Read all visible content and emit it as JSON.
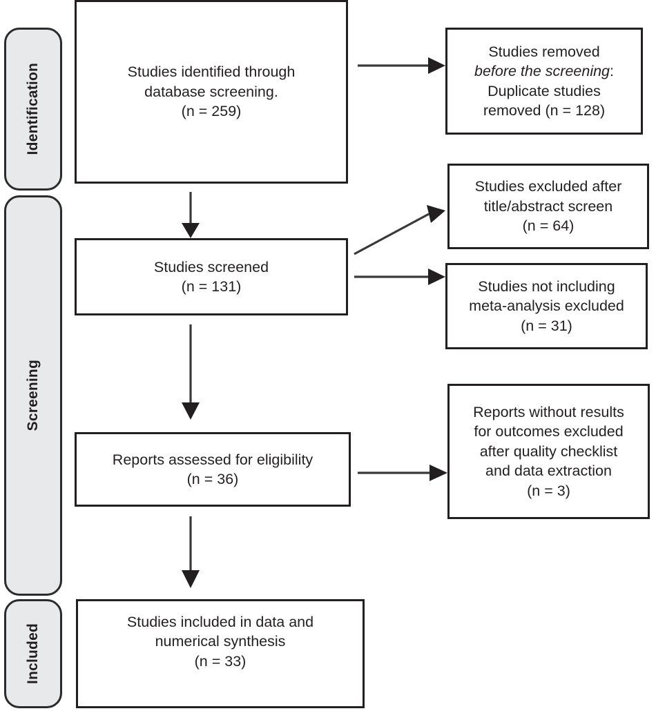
{
  "diagram": {
    "type": "prisma-flow-diagram",
    "title": "",
    "stages": [
      {
        "id": "identification",
        "label": "Identification"
      },
      {
        "id": "screening",
        "label": "Screening"
      },
      {
        "id": "included",
        "label": "Included"
      }
    ],
    "boxes": {
      "identified": {
        "line1": "Studies identified through",
        "line2": "database screening.",
        "count_label": "(n = 259)",
        "text": "Studies identified through\ndatabase screening.\n(n = 259)"
      },
      "removed_before_screening": {
        "line1": "Studies removed",
        "line2_italic": "before the screening",
        "line2_suffix": ":",
        "line3": "Duplicate studies",
        "line4": "removed  (n = 128)",
        "count_label": "(n = 128)"
      },
      "screened": {
        "line1": "Studies screened",
        "count_label": "(n = 131)",
        "text": "Studies screened\n(n = 131)"
      },
      "excluded_title_abstract": {
        "line1": "Studies excluded after",
        "line2": "title/abstract screen",
        "count_label": "(n = 64)",
        "text": "Studies excluded after\ntitle/abstract screen\n(n = 64)"
      },
      "excluded_no_meta": {
        "line1": "Studies not including",
        "line2": "meta-analysis excluded",
        "count_label": "(n = 31)",
        "text": "Studies not including\nmeta-analysis excluded\n(n = 31)"
      },
      "assessed_eligibility": {
        "line1": "Reports assessed for eligibility",
        "count_label": "(n = 36)",
        "text": "Reports assessed for eligibility\n(n = 36)"
      },
      "excluded_no_results": {
        "line1": "Reports without results",
        "line2": "for outcomes excluded",
        "line3": "after quality checklist",
        "line4": "and data extraction",
        "count_label": "(n = 3)",
        "text": "Reports without results\nfor outcomes excluded\nafter quality checklist\nand data extraction\n(n = 3)"
      },
      "included_synthesis": {
        "line1": "Studies included in data and",
        "line2": "numerical synthesis",
        "count_label": "(n = 33)",
        "text": "Studies included in data and\nnumerical synthesis\n(n = 33)"
      }
    },
    "colors": {
      "stage_fill": "#e7e9ea",
      "stage_border": "#2b2b2b",
      "box_border": "#231f20",
      "box_fill": "#ffffff",
      "text": "#231f20",
      "connector": "#39393b"
    }
  }
}
